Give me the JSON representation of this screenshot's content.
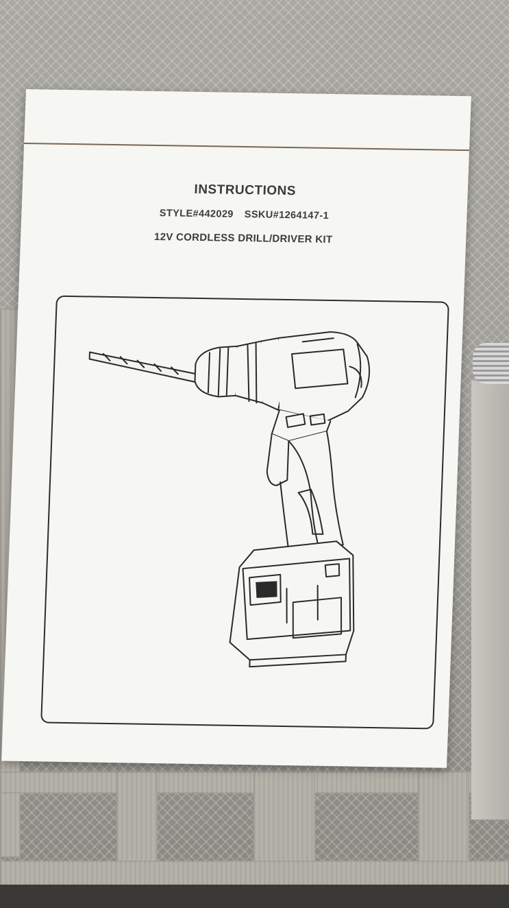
{
  "document": {
    "heading": "INSTRUCTIONS",
    "style_number": "STYLE#442029",
    "sku_number": "SSKU#1264147-1",
    "product_name": "12V CORDLESS DRILL/DRIVER KIT"
  },
  "illustration": {
    "icon": "cordless-drill-icon"
  },
  "colors": {
    "paper": "#f6f6f3",
    "ink": "#3c3c3c",
    "rule_line": "#7a6650",
    "bag": "#a9a7a1"
  }
}
